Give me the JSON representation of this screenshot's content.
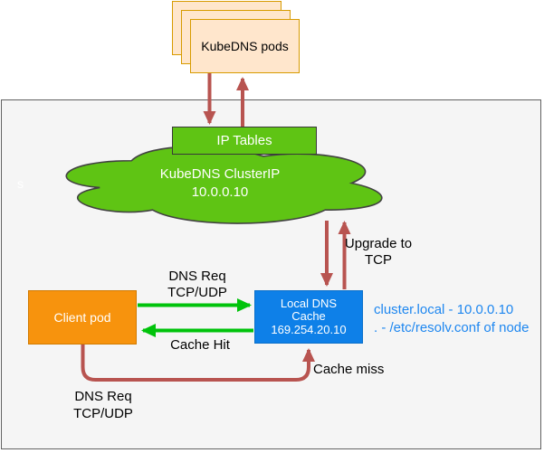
{
  "diagram": {
    "title_hint": "NodeLocal DNSCache flow",
    "kubedns_pods": {
      "label": "KubeDNS pods"
    },
    "ip_tables": {
      "label": "IP Tables"
    },
    "kubedns_clusterip": {
      "label": "KubeDNS ClusterIP",
      "ip": "10.0.0.10"
    },
    "stray_text": "s",
    "client_pod": {
      "label": "Client pod"
    },
    "local_dns_cache": {
      "label": "Local DNS Cache",
      "ip": "169.254.20.10"
    },
    "resolv_note": {
      "text": "cluster.local - 10.0.0.10\n. - /etc/resolv.conf of node"
    },
    "edges": {
      "dns_req_upper": "DNS Req\nTCP/UDP",
      "cache_hit": "Cache Hit",
      "upgrade_tcp": "Upgrade to\nTCP",
      "cache_miss": "Cache miss",
      "dns_req_lower": "DNS Req\nTCP/UDP"
    },
    "colors": {
      "green_fill": "#5fc414",
      "orange_fill": "#f7930d",
      "blue_fill": "#0e80e8",
      "pods_fill": "#ffe6cc",
      "pods_border": "#d79b00",
      "arrow_red": "#b85450",
      "arrow_green": "#00c30b",
      "note_blue": "#1e87f0",
      "node_bg": "#f5f5f5"
    }
  }
}
